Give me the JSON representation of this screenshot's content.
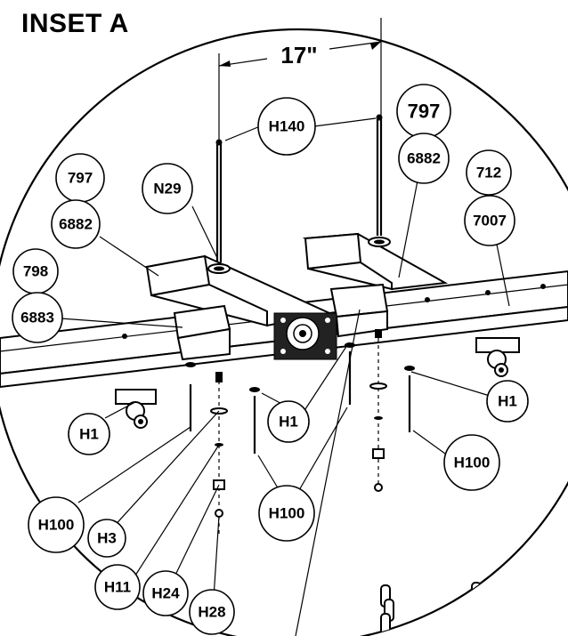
{
  "title": "INSET A",
  "dimension": "17\"",
  "callouts": {
    "h140": "H140",
    "p797_top": "797",
    "p6882_right": "6882",
    "p712": "712",
    "p7007": "7007",
    "p797_left": "797",
    "n29": "N29",
    "p6882_left": "6882",
    "p798": "798",
    "p6883": "6883",
    "h1_left": "H1",
    "h1_center": "H1",
    "h1_right": "H1",
    "h100_left": "H100",
    "h100_center": "H100",
    "h100_right": "H100",
    "h3": "H3",
    "h11": "H11",
    "h24": "H24",
    "h28": "H28"
  }
}
